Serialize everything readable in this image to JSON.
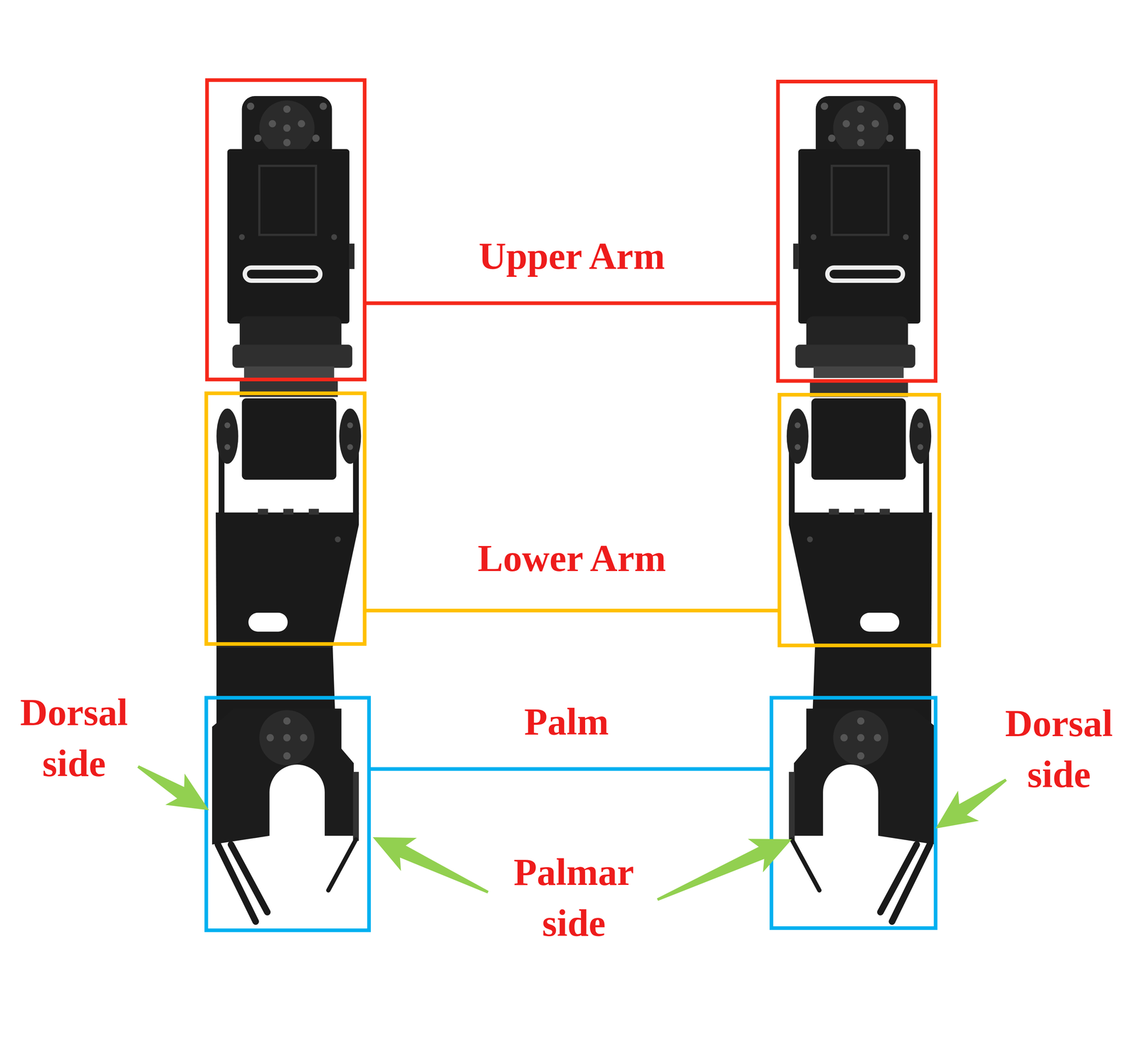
{
  "diagram": {
    "labels": [
      "Upper Arm",
      "Lower Arm",
      "Dorsal side",
      "Palm",
      "Dorsal side",
      "Palmar side"
    ]
  }
}
